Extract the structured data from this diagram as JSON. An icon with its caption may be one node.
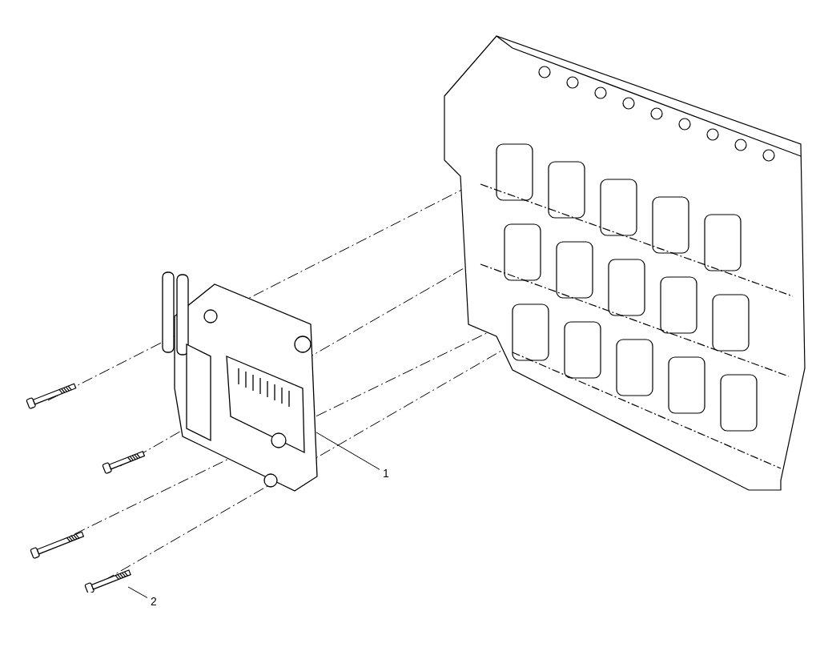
{
  "diagram": {
    "nodes": [
      {
        "text": [
          "1"
        ]
      },
      {
        "text": [],
        "shape": "picture"
      },
      {
        "text": [
          "2"
        ]
      },
      {
        "text": [],
        "shape": "picture"
      }
    ],
    "edges": [
      {
        "from": 0,
        "to": 1,
        "arrow": "none"
      },
      {
        "from": 2,
        "to": 3,
        "arrow": "none"
      }
    ]
  }
}
